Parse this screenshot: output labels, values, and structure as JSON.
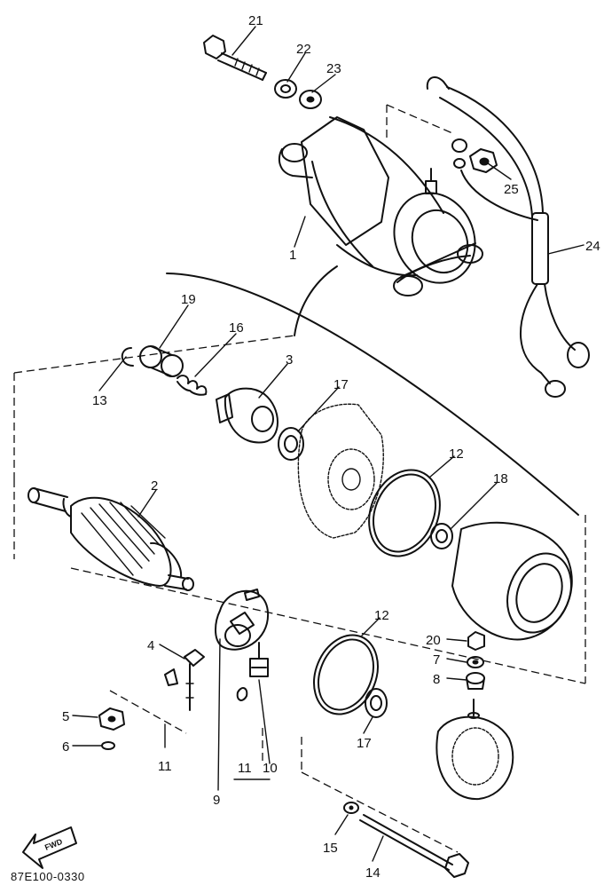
{
  "diagram": {
    "callouts": [
      {
        "id": "c21",
        "text": "21"
      },
      {
        "id": "c22",
        "text": "22"
      },
      {
        "id": "c23",
        "text": "23"
      },
      {
        "id": "c25",
        "text": "25"
      },
      {
        "id": "c24",
        "text": "24"
      },
      {
        "id": "c1",
        "text": "1"
      },
      {
        "id": "c19",
        "text": "19"
      },
      {
        "id": "c16",
        "text": "16"
      },
      {
        "id": "c3",
        "text": "3"
      },
      {
        "id": "c13",
        "text": "13"
      },
      {
        "id": "c17a",
        "text": "17"
      },
      {
        "id": "c12a",
        "text": "12"
      },
      {
        "id": "c18",
        "text": "18"
      },
      {
        "id": "c2",
        "text": "2"
      },
      {
        "id": "c12b",
        "text": "12"
      },
      {
        "id": "c20",
        "text": "20"
      },
      {
        "id": "c7",
        "text": "7"
      },
      {
        "id": "c8",
        "text": "8"
      },
      {
        "id": "c4",
        "text": "4"
      },
      {
        "id": "c5",
        "text": "5"
      },
      {
        "id": "c6",
        "text": "6"
      },
      {
        "id": "c11a",
        "text": "11"
      },
      {
        "id": "c11b",
        "text": "11"
      },
      {
        "id": "c10",
        "text": "10"
      },
      {
        "id": "c17b",
        "text": "17"
      },
      {
        "id": "c9",
        "text": "9"
      },
      {
        "id": "c15",
        "text": "15"
      },
      {
        "id": "c14",
        "text": "14"
      }
    ],
    "fwd_label": "FWD",
    "drawing_code": "87E100-0330"
  }
}
